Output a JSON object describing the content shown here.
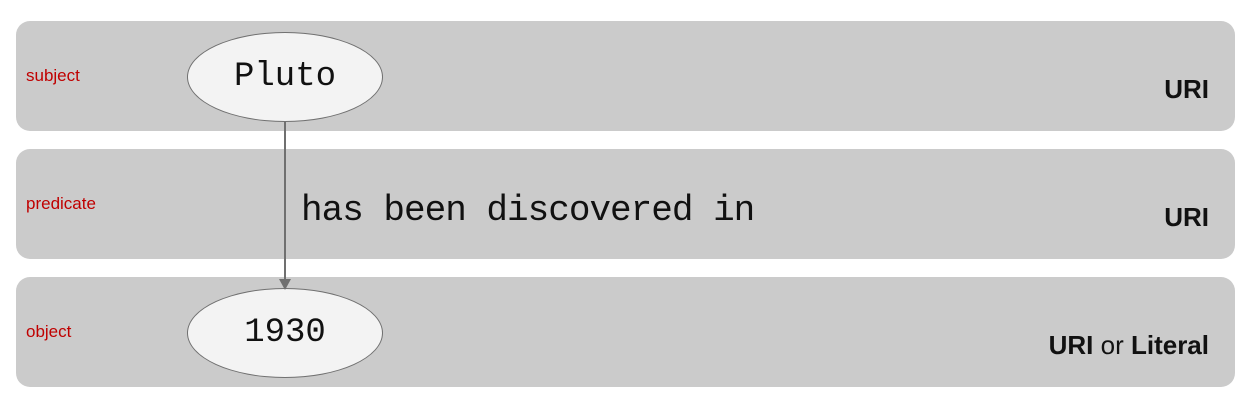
{
  "rows": {
    "subject": {
      "role": "subject",
      "type": {
        "primary": "URI"
      }
    },
    "predicate": {
      "role": "predicate",
      "type": {
        "primary": "URI"
      }
    },
    "object": {
      "role": "object",
      "type": {
        "primary": "URI",
        "connector": "or",
        "secondary": "Literal"
      }
    }
  },
  "nodes": {
    "subject": "Pluto",
    "object": "1930"
  },
  "predicate_text": "has been discovered in",
  "colors": {
    "band": "#cbcbcb",
    "role_label": "#c00000",
    "node_fill": "#f3f3f3",
    "node_border": "#707070",
    "arrow": "#707070"
  }
}
